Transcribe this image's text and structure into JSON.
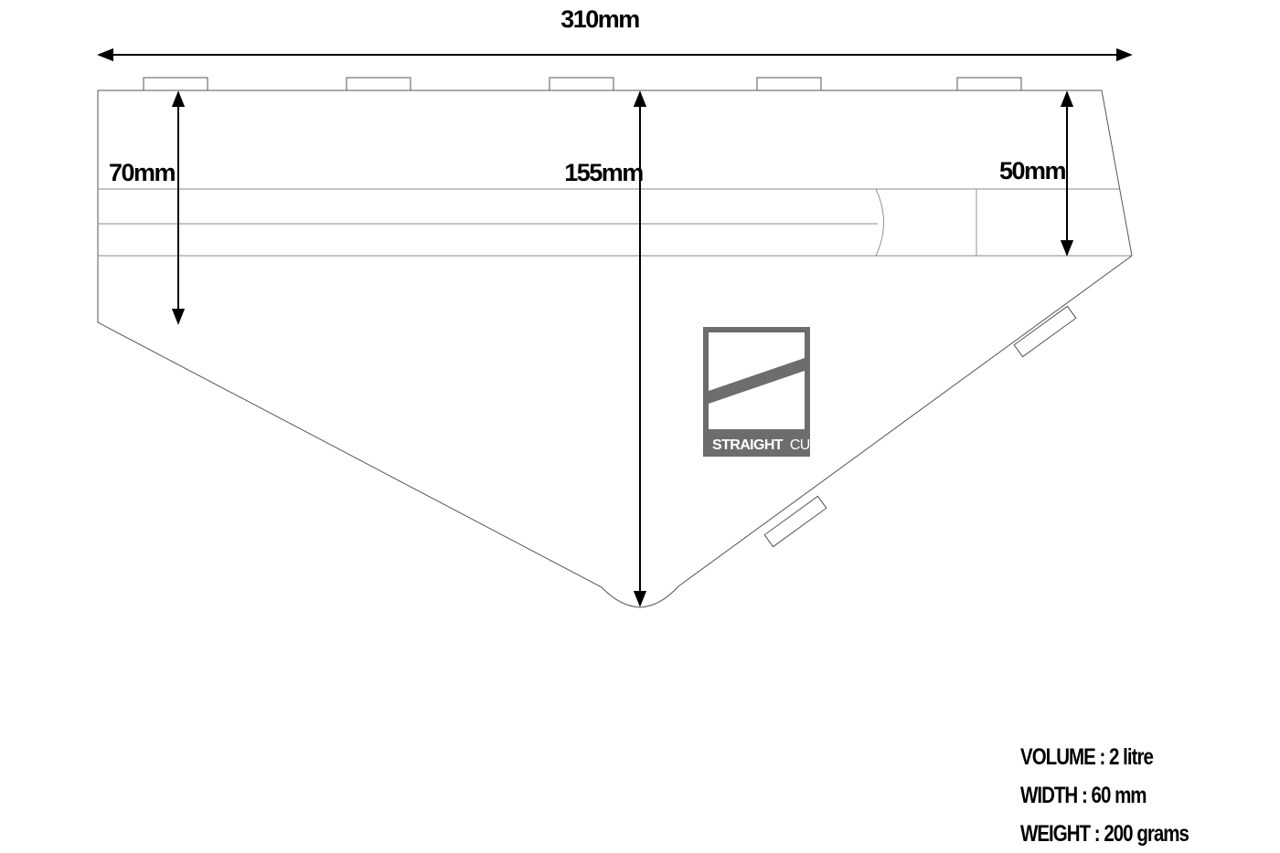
{
  "dimensions": {
    "overall_length": "310mm",
    "rear_height": "70mm",
    "center_height": "155mm",
    "front_height": "50mm"
  },
  "logo": {
    "brand_text_bold": "STRAIGHT",
    "brand_text_light": "CUT",
    "trademark": "®",
    "color": "#6d6d6d"
  },
  "specs": {
    "volume": "VOLUME : 2 litre",
    "width": "WIDTH : 60 mm",
    "weight": "WEIGHT : 200 grams"
  },
  "colors": {
    "outline": "#555555",
    "arrow": "#000000",
    "background": "#ffffff"
  }
}
